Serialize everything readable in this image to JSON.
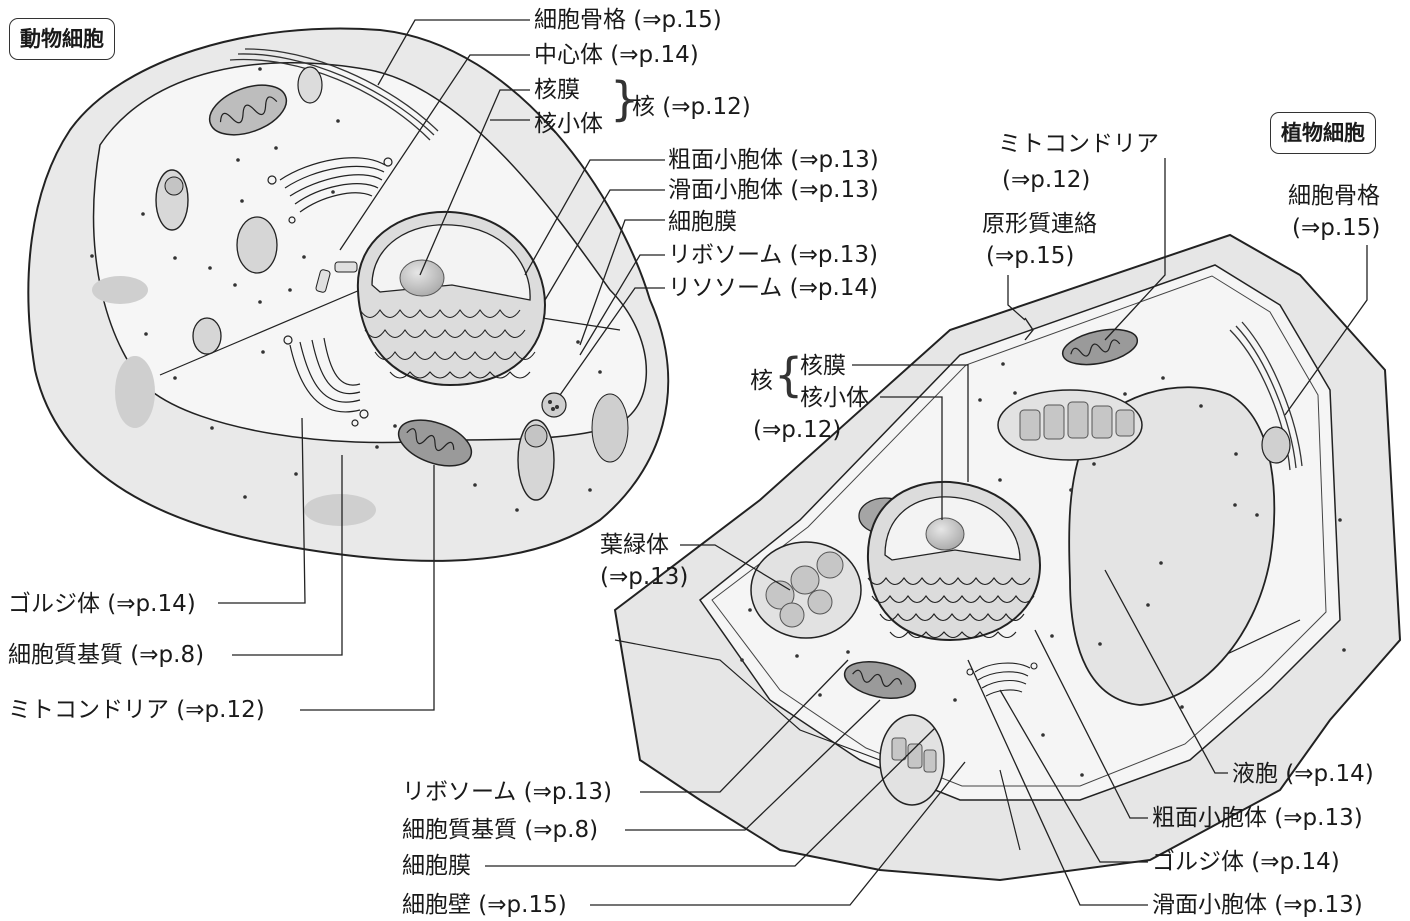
{
  "animal": {
    "title": "動物細胞",
    "labels": {
      "cytoskeleton": "細胞骨格 (⇒p.15)",
      "centrosome": "中心体 (⇒p.14)",
      "nuclear_envelope": "核膜",
      "nucleolus": "核小体",
      "nucleus": "核 (⇒p.12)",
      "rough_er": "粗面小胞体 (⇒p.13)",
      "smooth_er": "滑面小胞体 (⇒p.13)",
      "cell_membrane": "細胞膜",
      "ribosome": "リボソーム (⇒p.13)",
      "lysosome": "リソソーム (⇒p.14)",
      "golgi": "ゴルジ体 (⇒p.14)",
      "cytosol": "細胞質基質 (⇒p.8)",
      "mitochondria": "ミトコンドリア (⇒p.12)"
    }
  },
  "plant": {
    "title": "植物細胞",
    "labels": {
      "mitochondria_name": "ミトコンドリア",
      "mitochondria_ref": "(⇒p.12)",
      "plasmodesmata_name": "原形質連絡",
      "plasmodesmata_ref": "(⇒p.15)",
      "cytoskeleton_name": "細胞骨格",
      "cytoskeleton_ref": "(⇒p.15)",
      "nucleus": "核",
      "nuclear_envelope": "核膜",
      "nucleolus": "核小体",
      "nucleus_ref": "(⇒p.12)",
      "chloroplast_name": "葉緑体",
      "chloroplast_ref": "(⇒p.13)",
      "ribosome": "リボソーム (⇒p.13)",
      "cytosol": "細胞質基質 (⇒p.8)",
      "cell_membrane": "細胞膜",
      "cell_wall": "細胞壁 (⇒p.15)",
      "vacuole": "液胞 (⇒p.14)",
      "rough_er": "粗面小胞体 (⇒p.13)",
      "golgi": "ゴルジ体 (⇒p.14)",
      "smooth_er": "滑面小胞体 (⇒p.13)"
    }
  },
  "colors": {
    "cell_fill": "#ebebeb",
    "inner_fill": "#f4f4f4",
    "organelle_fill": "#cfcfcf",
    "line": "#222222"
  }
}
